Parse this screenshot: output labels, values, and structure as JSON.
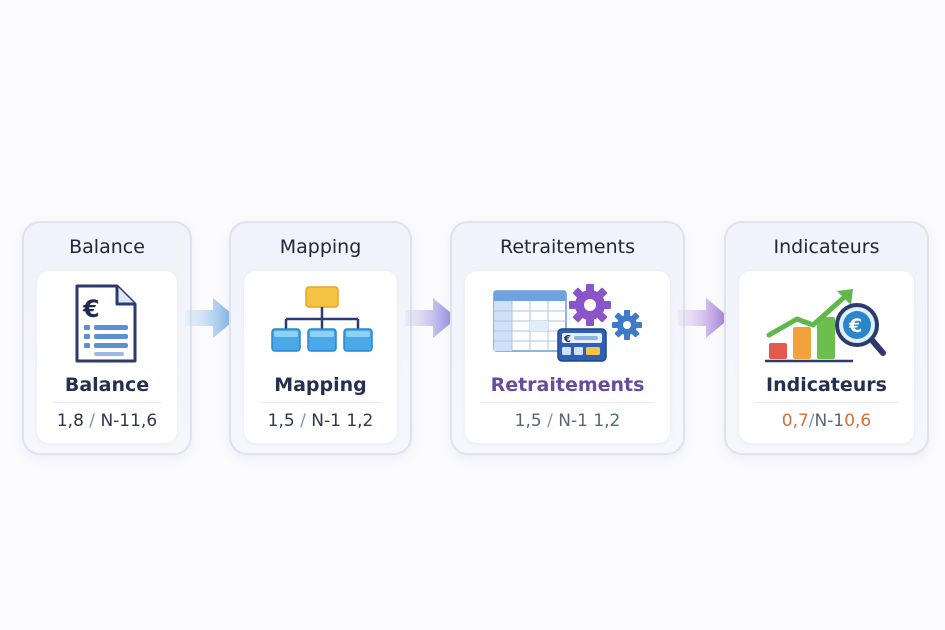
{
  "steps": [
    {
      "title": "Balance",
      "label": "Balance",
      "metric": {
        "current": "1,8",
        "separator": "/",
        "prev_label": "N-1",
        "prev": "1,6"
      },
      "icon": "document-euro-icon",
      "colors": {
        "label": "#24304e",
        "current": "#2f3650",
        "prev": "#2f3650"
      }
    },
    {
      "title": "Mapping",
      "label": "Mapping",
      "metric": {
        "current": "1,5",
        "separator": "/",
        "prev_label": "N-1",
        "prev": "1,2"
      },
      "icon": "hierarchy-icon",
      "colors": {
        "label": "#24304e",
        "current": "#2f3650",
        "prev": "#2f3650"
      }
    },
    {
      "title": "Retraitements",
      "label": "Retraitements",
      "metric": {
        "current": "1,5",
        "separator": "/",
        "prev_label": "N-1",
        "prev": "1,2"
      },
      "icon": "spreadsheet-gears-icon",
      "colors": {
        "label": "#6a4a9a",
        "current": "#5d6478",
        "prev": "#3e7a55"
      }
    },
    {
      "title": "Indicateurs",
      "label": "Indicateurs",
      "metric": {
        "current": "0,7",
        "separator": "/",
        "prev_label": "N-1",
        "prev": "0,6"
      },
      "icon": "chart-magnifier-icon",
      "colors": {
        "label": "#24304e",
        "current": "#d0703a",
        "prev": "#d0703a"
      }
    }
  ],
  "arrows": [
    "arrow-right-icon",
    "arrow-right-icon",
    "arrow-right-icon"
  ]
}
